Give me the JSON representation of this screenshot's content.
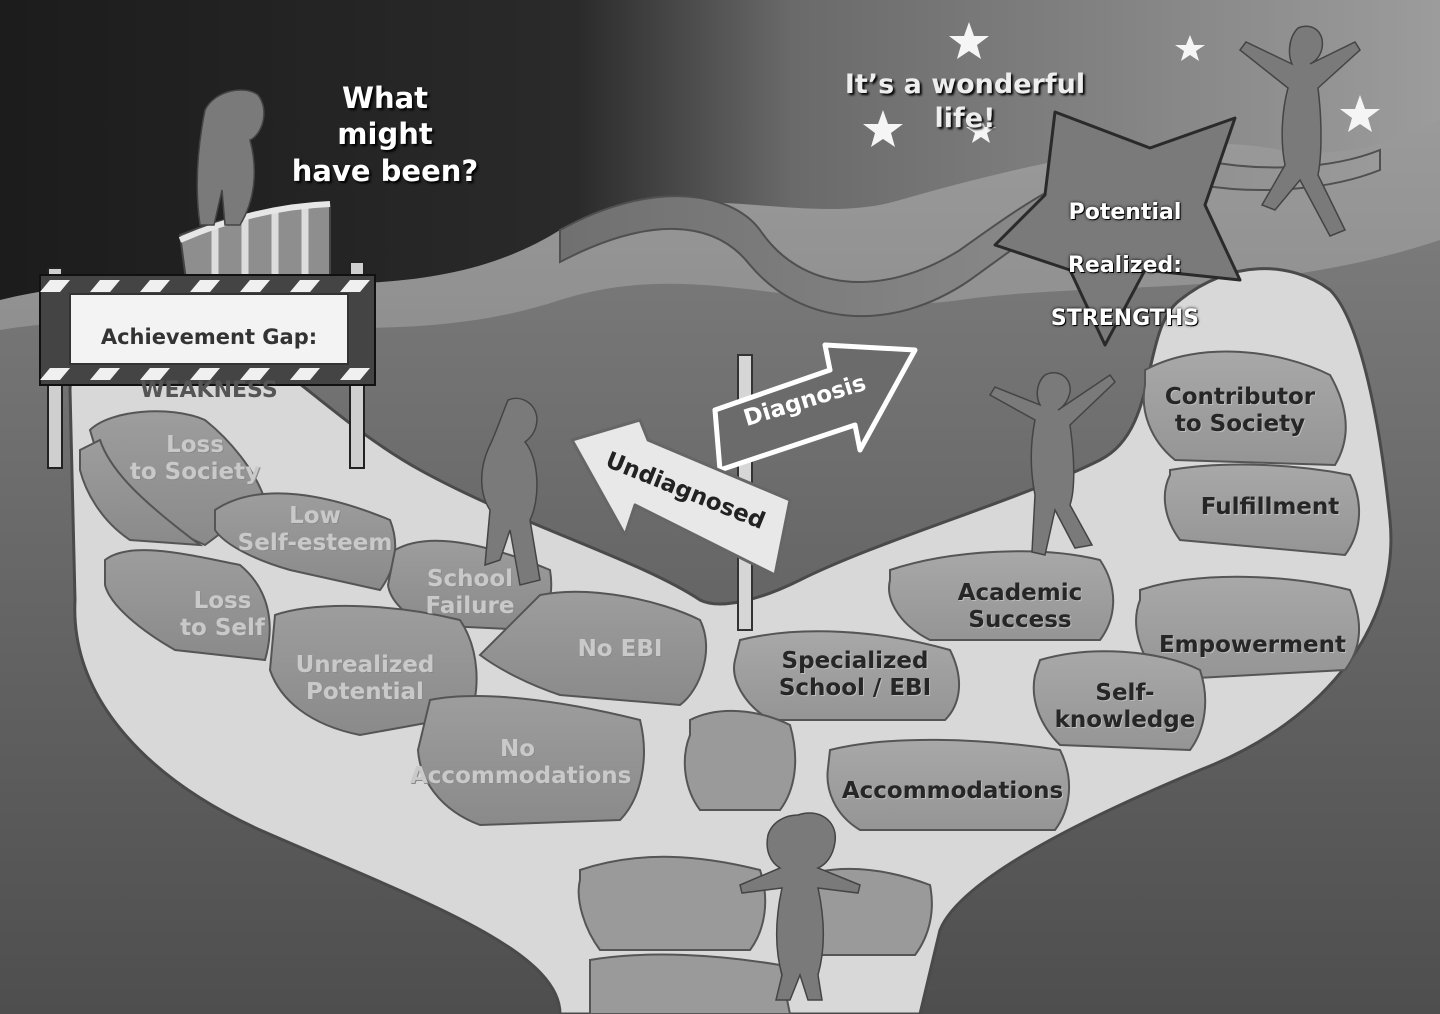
{
  "headings": {
    "left": "What might\nhave been?",
    "right": "It’s a wonderful life!"
  },
  "barrier": {
    "line1": "Achievement Gap:",
    "line2": "WEAKNESS"
  },
  "star": {
    "line1": "Potential",
    "line2": "Realized:",
    "line3": "STRENGTHS"
  },
  "signs": {
    "diagnosis": "Diagnosis",
    "undiagnosed": "Undiagnosed"
  },
  "left_path": {
    "loss_to_society": "Loss\nto Society",
    "low_self_esteem": "Low\nSelf-esteem",
    "school_failure": "School\nFailure",
    "loss_to_self": "Loss\nto Self",
    "unrealized_potential": "Unrealized\nPotential",
    "no_ebi": "No EBI",
    "no_accommodations": "No\nAccommodations"
  },
  "right_path": {
    "contributor": "Contributor\nto Society",
    "fulfillment": "Fulfillment",
    "academic_success": "Academic\nSuccess",
    "empowerment": "Empowerment",
    "specialized_school": "Specialized\nSchool / EBI",
    "self_knowledge": "Self-\nknowledge",
    "accommodations": "Accommodations"
  }
}
